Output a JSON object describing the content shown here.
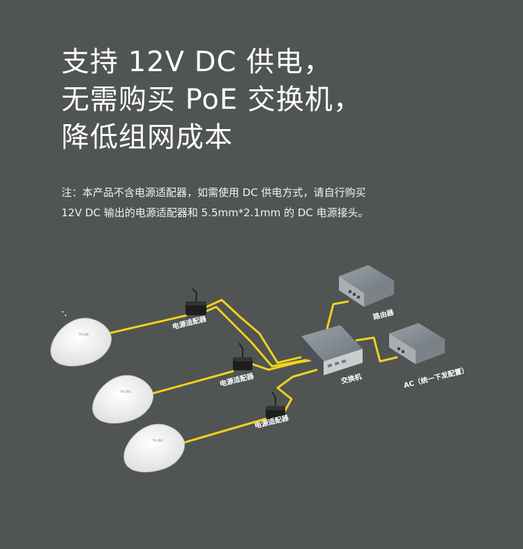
{
  "headline": {
    "line1": "支持 12V DC 供电，",
    "line2": "无需购买 PoE 交换机，",
    "line3": "降低组网成本"
  },
  "note": {
    "line1": "注：本产品不含电源适配器，如需使用 DC 供电方式，请自行购买",
    "line2": "12V DC 输出的电源适配器和 5.5mm*2.1mm 的 DC 电源接头。"
  },
  "diagram": {
    "adapter_label_1": "电源适配器",
    "adapter_label_2": "电源适配器",
    "adapter_label_3": "电源适配器",
    "switch_label": "交换机",
    "router_label": "路由器",
    "ac_label": "AC（统一下发配置）",
    "cable_color": "#f2d21b"
  }
}
